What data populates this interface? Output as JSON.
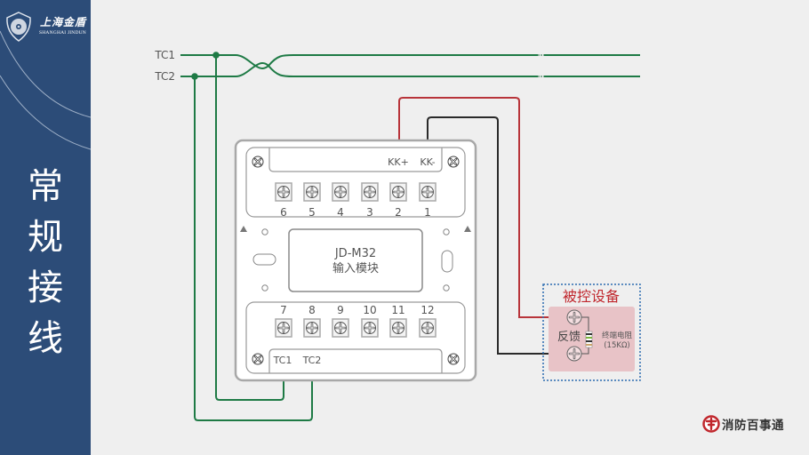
{
  "sidebar": {
    "logo_cn": "上海金盾",
    "logo_en": "SHANGHAI JINDUN",
    "title_chars": [
      "常",
      "规",
      "接",
      "线"
    ]
  },
  "bus": {
    "line1_label": "TC1",
    "line2_label": "TC2"
  },
  "module": {
    "model": "JD-M32",
    "name": "输入模块",
    "top_labels": {
      "kk_plus": "KK+",
      "kk_minus": "KK-"
    },
    "top_terminals": [
      "6",
      "5",
      "4",
      "3",
      "2",
      "1"
    ],
    "bottom_terminals": [
      "7",
      "8",
      "9",
      "10",
      "11",
      "12"
    ],
    "bottom_labels": {
      "tc1": "TC1",
      "tc2": "TC2"
    }
  },
  "device": {
    "title": "被控设备",
    "feedback_label": "反馈",
    "resistor_label": "终端电阻",
    "resistor_value": "(15KΩ)"
  },
  "brand": {
    "name": "消防百事通"
  },
  "colors": {
    "sidebar_bg": "#2c4c78",
    "bus_wire": "#1e7a45",
    "kk_plus_wire": "#b8343a",
    "kk_minus_wire": "#2a2a2a",
    "device_title": "#c0272d",
    "device_border": "#2b6cb0",
    "device_fill": "#e8c3c7"
  }
}
